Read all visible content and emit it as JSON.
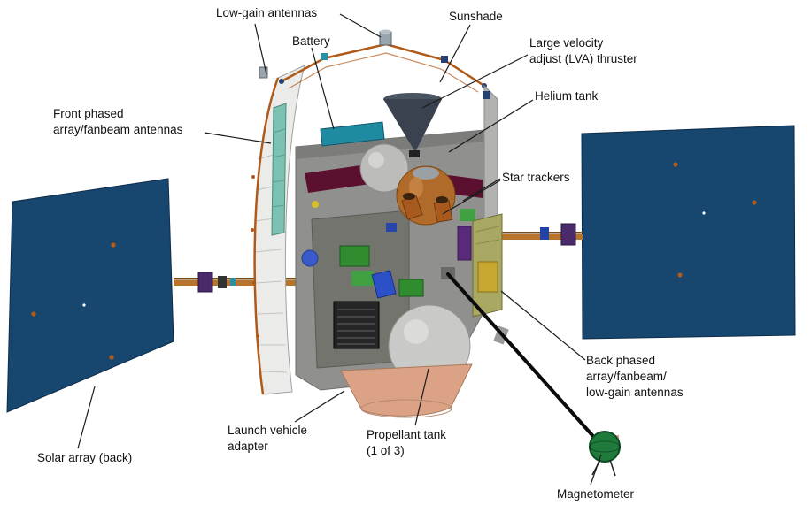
{
  "figure": {
    "subject": "Spacecraft cutaway diagram with labeled components"
  },
  "labels": {
    "low_gain_antennas": "Low-gain antennas",
    "battery": "Battery",
    "sunshade": "Sunshade",
    "lva_thruster": "Large velocity\nadjust (LVA) thruster",
    "helium_tank": "Helium tank",
    "star_trackers": "Star trackers",
    "front_phased_array": "Front phased\narray/fanbeam antennas",
    "solar_array_back": "Solar array (back)",
    "launch_vehicle_adapter": "Launch vehicle\nadapter",
    "propellant_tank": "Propellant tank\n(1 of 3)",
    "back_phased_array": "Back phased\narray/fanbeam/\nlow-gain antennas",
    "magnetometer": "Magnetometer"
  },
  "colors": {
    "solar_array": "#17466f",
    "boom": "#b8742c",
    "thruster_cone": "#39424e",
    "battery_bar": "#1f8ba0",
    "orange_tank": "#b06a2a",
    "adapter": "#dba286",
    "magnetometer_sensor": "#1e7b3c",
    "leader_line": "#1a1a1a"
  }
}
